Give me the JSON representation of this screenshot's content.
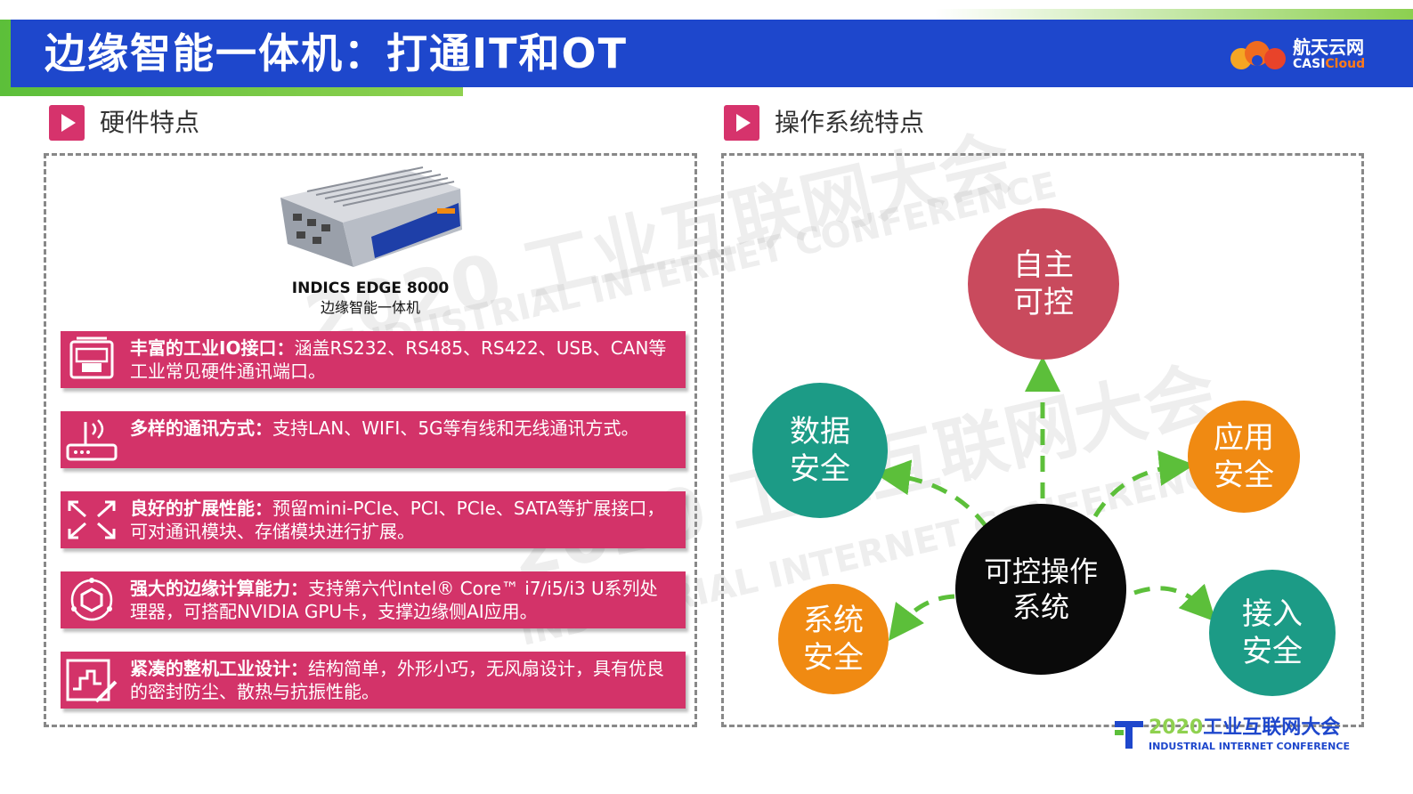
{
  "header": {
    "title": "边缘智能一体机：打通IT和OT",
    "logo_cn": "航天云网",
    "logo_en_a": "CASI",
    "logo_en_b": "Cloud"
  },
  "left": {
    "section_title": "硬件特点",
    "product_name": "INDICS EDGE 8000",
    "product_subtitle": "边缘智能一体机",
    "features": [
      {
        "icon": "io-port-icon",
        "heading": "丰富的工业IO接口：",
        "text": "涵盖RS232、RS485、RS422、USB、CAN等工业常见硬件通讯端口。"
      },
      {
        "icon": "router-antenna-icon",
        "heading": "多样的通讯方式：",
        "text": "支持LAN、WIFI、5G等有线和无线通讯方式。"
      },
      {
        "icon": "expand-arrows-icon",
        "heading": "良好的扩展性能：",
        "text": "预留mini-PCIe、PCI、PCIe、SATA等扩展接口，可对通讯模块、存储模块进行扩展。"
      },
      {
        "icon": "compute-hexagon-icon",
        "heading": "强大的边缘计算能力：",
        "text": "支持第六代Intel® Core™ i7/i5/i3 U系列处理器，可搭配NVIDIA GPU卡，支撑边缘侧AI应用。"
      },
      {
        "icon": "design-pencil-icon",
        "heading": "紧凑的整机工业设计：",
        "text": "结构简单，外形小巧，无风扇设计，具有优良的密封防尘、散热与抗振性能。"
      }
    ]
  },
  "right": {
    "section_title": "操作系统特点",
    "center": "可控操作\n系统",
    "nodes": {
      "top": "自主\n可控",
      "left": "数据\n安全",
      "right": "应用\n安全",
      "bottom_left": "系统\n安全",
      "bottom_right": "接入\n安全"
    }
  },
  "watermark": {
    "year": "2020",
    "cn": "工业互联网大会",
    "en": "INDUSTRIAL INTERNET CONFERENCE"
  },
  "colors": {
    "header_blue": "#1e47cc",
    "accent_pink": "#d33369",
    "node_red": "#c94a5d",
    "node_teal": "#1c9b86",
    "node_orange": "#f08a12",
    "center_black": "#0a0a0a",
    "arrow_green": "#5cbf3a"
  }
}
